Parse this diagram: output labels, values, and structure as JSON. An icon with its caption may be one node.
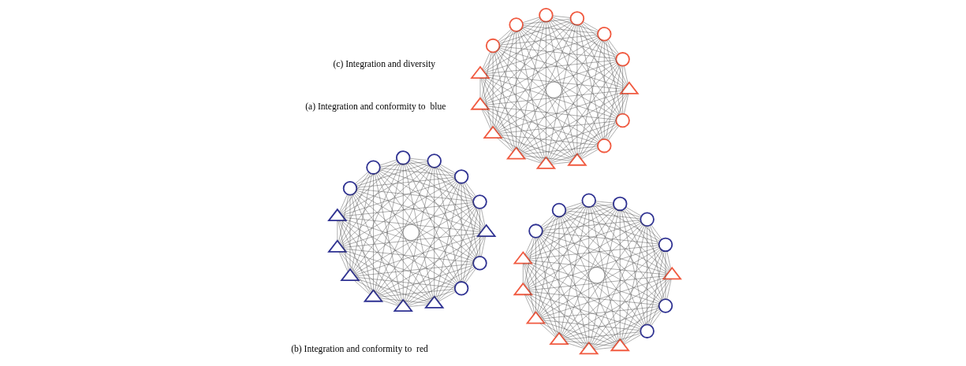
{
  "diagram": {
    "nodes": [
      {
        "text": [],
        "shape": "circle"
      },
      {
        "text": [],
        "shape": "triangle"
      },
      {
        "text": [],
        "shape": "triangle"
      },
      {
        "text": [],
        "shape": "triangle"
      },
      {
        "text": [],
        "shape": "triangle"
      },
      {
        "text": [],
        "shape": "triangle"
      },
      {
        "text": [],
        "shape": "triangle"
      },
      {
        "text": [],
        "shape": "triangle"
      },
      {
        "text": [],
        "shape": "circle"
      },
      {
        "text": [],
        "shape": "circle"
      },
      {
        "text": [],
        "shape": "circle"
      },
      {
        "text": [],
        "shape": "circle"
      },
      {
        "text": [],
        "shape": "circle"
      },
      {
        "text": [],
        "shape": "circle"
      },
      {
        "text": [],
        "shape": "circle"
      },
      {
        "text": [],
        "shape": "circle"
      },
      {
        "text": [],
        "shape": "triangle"
      },
      {
        "text": [],
        "shape": "triangle"
      },
      {
        "text": [],
        "shape": "triangle"
      },
      {
        "text": [],
        "shape": "triangle"
      },
      {
        "text": [],
        "shape": "triangle"
      },
      {
        "text": [],
        "shape": "triangle"
      },
      {
        "text": [],
        "shape": "triangle"
      },
      {
        "text": [],
        "shape": "circle"
      },
      {
        "text": [],
        "shape": "circle"
      },
      {
        "text": [],
        "shape": "circle"
      },
      {
        "text": [],
        "shape": "circle"
      },
      {
        "text": [],
        "shape": "circle"
      },
      {
        "text": [],
        "shape": "circle"
      },
      {
        "text": [],
        "shape": "circle"
      },
      {
        "text": [],
        "shape": "circle"
      },
      {
        "text": [],
        "shape": "triangle"
      },
      {
        "text": [],
        "shape": "triangle"
      },
      {
        "text": [],
        "shape": "triangle"
      },
      {
        "text": [],
        "shape": "triangle"
      },
      {
        "text": [],
        "shape": "triangle"
      },
      {
        "text": [],
        "shape": "triangle"
      },
      {
        "text": [],
        "shape": "triangle"
      },
      {
        "text": [],
        "shape": "circle"
      },
      {
        "text": [],
        "shape": "circle"
      },
      {
        "text": [],
        "shape": "circle"
      },
      {
        "text": [],
        "shape": "circle"
      },
      {
        "text": [],
        "shape": "circle"
      },
      {
        "text": [],
        "shape": "circle"
      },
      {
        "text": [],
        "shape": "circle"
      }
    ],
    "edges": [
      {
        "from": 0,
        "to": 1,
        "arrow": "none"
      },
      {
        "from": 0,
        "to": 2,
        "arrow": "none"
      },
      {
        "from": 0,
        "to": 3,
        "arrow": "none"
      },
      {
        "from": 0,
        "to": 4,
        "arrow": "none"
      },
      {
        "from": 0,
        "to": 5,
        "arrow": "none"
      },
      {
        "from": 0,
        "to": 6,
        "arrow": "none"
      },
      {
        "from": 0,
        "to": 7,
        "arrow": "none"
      },
      {
        "from": 0,
        "to": 8,
        "arrow": "none"
      },
      {
        "from": 0,
        "to": 9,
        "arrow": "none"
      },
      {
        "from": 0,
        "to": 10,
        "arrow": "none"
      },
      {
        "from": 0,
        "to": 11,
        "arrow": "none"
      },
      {
        "from": 0,
        "to": 12,
        "arrow": "none"
      },
      {
        "from": 0,
        "to": 13,
        "arrow": "none"
      },
      {
        "from": 0,
        "to": 14,
        "arrow": "none"
      },
      {
        "from": 1,
        "to": 2,
        "arrow": "none"
      },
      {
        "from": 1,
        "to": 3,
        "arrow": "none"
      },
      {
        "from": 1,
        "to": 4,
        "arrow": "none"
      },
      {
        "from": 1,
        "to": 5,
        "arrow": "none"
      },
      {
        "from": 1,
        "to": 6,
        "arrow": "none"
      },
      {
        "from": 1,
        "to": 7,
        "arrow": "none"
      },
      {
        "from": 1,
        "to": 8,
        "arrow": "none"
      },
      {
        "from": 1,
        "to": 9,
        "arrow": "none"
      },
      {
        "from": 1,
        "to": 10,
        "arrow": "none"
      },
      {
        "from": 1,
        "to": 11,
        "arrow": "none"
      },
      {
        "from": 1,
        "to": 12,
        "arrow": "none"
      },
      {
        "from": 1,
        "to": 13,
        "arrow": "none"
      },
      {
        "from": 1,
        "to": 14,
        "arrow": "none"
      },
      {
        "from": 2,
        "to": 3,
        "arrow": "none"
      },
      {
        "from": 2,
        "to": 4,
        "arrow": "none"
      },
      {
        "from": 2,
        "to": 5,
        "arrow": "none"
      },
      {
        "from": 2,
        "to": 6,
        "arrow": "none"
      },
      {
        "from": 2,
        "to": 7,
        "arrow": "none"
      },
      {
        "from": 2,
        "to": 8,
        "arrow": "none"
      },
      {
        "from": 2,
        "to": 9,
        "arrow": "none"
      },
      {
        "from": 2,
        "to": 10,
        "arrow": "none"
      },
      {
        "from": 2,
        "to": 11,
        "arrow": "none"
      },
      {
        "from": 2,
        "to": 12,
        "arrow": "none"
      },
      {
        "from": 2,
        "to": 13,
        "arrow": "none"
      },
      {
        "from": 2,
        "to": 14,
        "arrow": "none"
      },
      {
        "from": 3,
        "to": 4,
        "arrow": "none"
      },
      {
        "from": 3,
        "to": 5,
        "arrow": "none"
      },
      {
        "from": 3,
        "to": 6,
        "arrow": "none"
      },
      {
        "from": 3,
        "to": 7,
        "arrow": "none"
      },
      {
        "from": 3,
        "to": 8,
        "arrow": "none"
      },
      {
        "from": 3,
        "to": 9,
        "arrow": "none"
      },
      {
        "from": 3,
        "to": 10,
        "arrow": "none"
      },
      {
        "from": 3,
        "to": 11,
        "arrow": "none"
      },
      {
        "from": 3,
        "to": 12,
        "arrow": "none"
      },
      {
        "from": 3,
        "to": 13,
        "arrow": "none"
      },
      {
        "from": 3,
        "to": 14,
        "arrow": "none"
      },
      {
        "from": 4,
        "to": 5,
        "arrow": "none"
      },
      {
        "from": 4,
        "to": 6,
        "arrow": "none"
      },
      {
        "from": 4,
        "to": 7,
        "arrow": "none"
      },
      {
        "from": 4,
        "to": 8,
        "arrow": "none"
      },
      {
        "from": 4,
        "to": 9,
        "arrow": "none"
      },
      {
        "from": 4,
        "to": 10,
        "arrow": "none"
      },
      {
        "from": 4,
        "to": 11,
        "arrow": "none"
      },
      {
        "from": 4,
        "to": 12,
        "arrow": "none"
      },
      {
        "from": 4,
        "to": 13,
        "arrow": "none"
      },
      {
        "from": 4,
        "to": 14,
        "arrow": "none"
      },
      {
        "from": 5,
        "to": 6,
        "arrow": "none"
      },
      {
        "from": 5,
        "to": 7,
        "arrow": "none"
      },
      {
        "from": 5,
        "to": 8,
        "arrow": "none"
      },
      {
        "from": 5,
        "to": 9,
        "arrow": "none"
      },
      {
        "from": 5,
        "to": 10,
        "arrow": "none"
      },
      {
        "from": 5,
        "to": 11,
        "arrow": "none"
      },
      {
        "from": 5,
        "to": 12,
        "arrow": "none"
      },
      {
        "from": 5,
        "to": 13,
        "arrow": "none"
      },
      {
        "from": 5,
        "to": 14,
        "arrow": "none"
      },
      {
        "from": 6,
        "to": 7,
        "arrow": "none"
      },
      {
        "from": 6,
        "to": 8,
        "arrow": "none"
      },
      {
        "from": 6,
        "to": 9,
        "arrow": "none"
      },
      {
        "from": 6,
        "to": 10,
        "arrow": "none"
      },
      {
        "from": 6,
        "to": 11,
        "arrow": "none"
      },
      {
        "from": 6,
        "to": 12,
        "arrow": "none"
      },
      {
        "from": 6,
        "to": 13,
        "arrow": "none"
      },
      {
        "from": 6,
        "to": 14,
        "arrow": "none"
      },
      {
        "from": 7,
        "to": 8,
        "arrow": "none"
      },
      {
        "from": 7,
        "to": 9,
        "arrow": "none"
      },
      {
        "from": 7,
        "to": 10,
        "arrow": "none"
      },
      {
        "from": 7,
        "to": 11,
        "arrow": "none"
      },
      {
        "from": 7,
        "to": 12,
        "arrow": "none"
      },
      {
        "from": 7,
        "to": 13,
        "arrow": "none"
      },
      {
        "from": 7,
        "to": 14,
        "arrow": "none"
      },
      {
        "from": 8,
        "to": 9,
        "arrow": "none"
      },
      {
        "from": 8,
        "to": 10,
        "arrow": "none"
      },
      {
        "from": 8,
        "to": 11,
        "arrow": "none"
      },
      {
        "from": 8,
        "to": 12,
        "arrow": "none"
      },
      {
        "from": 8,
        "to": 13,
        "arrow": "none"
      },
      {
        "from": 8,
        "to": 14,
        "arrow": "none"
      },
      {
        "from": 9,
        "to": 10,
        "arrow": "none"
      },
      {
        "from": 9,
        "to": 11,
        "arrow": "none"
      },
      {
        "from": 9,
        "to": 12,
        "arrow": "none"
      },
      {
        "from": 9,
        "to": 13,
        "arrow": "none"
      },
      {
        "from": 9,
        "to": 14,
        "arrow": "none"
      },
      {
        "from": 10,
        "to": 11,
        "arrow": "none"
      },
      {
        "from": 10,
        "to": 12,
        "arrow": "none"
      },
      {
        "from": 10,
        "to": 13,
        "arrow": "none"
      },
      {
        "from": 10,
        "to": 14,
        "arrow": "none"
      },
      {
        "from": 11,
        "to": 12,
        "arrow": "none"
      },
      {
        "from": 11,
        "to": 13,
        "arrow": "none"
      },
      {
        "from": 11,
        "to": 14,
        "arrow": "none"
      },
      {
        "from": 12,
        "to": 13,
        "arrow": "none"
      },
      {
        "from": 12,
        "to": 14,
        "arrow": "none"
      },
      {
        "from": 13,
        "to": 14,
        "arrow": "none"
      },
      {
        "from": 15,
        "to": 16,
        "arrow": "none"
      },
      {
        "from": 15,
        "to": 17,
        "arrow": "none"
      },
      {
        "from": 15,
        "to": 18,
        "arrow": "none"
      },
      {
        "from": 15,
        "to": 19,
        "arrow": "none"
      },
      {
        "from": 15,
        "to": 20,
        "arrow": "none"
      },
      {
        "from": 15,
        "to": 21,
        "arrow": "none"
      },
      {
        "from": 15,
        "to": 22,
        "arrow": "none"
      },
      {
        "from": 15,
        "to": 23,
        "arrow": "none"
      },
      {
        "from": 15,
        "to": 24,
        "arrow": "none"
      },
      {
        "from": 15,
        "to": 25,
        "arrow": "none"
      },
      {
        "from": 15,
        "to": 26,
        "arrow": "none"
      },
      {
        "from": 15,
        "to": 27,
        "arrow": "none"
      },
      {
        "from": 15,
        "to": 28,
        "arrow": "none"
      },
      {
        "from": 15,
        "to": 29,
        "arrow": "none"
      },
      {
        "from": 16,
        "to": 17,
        "arrow": "none"
      },
      {
        "from": 16,
        "to": 18,
        "arrow": "none"
      },
      {
        "from": 16,
        "to": 19,
        "arrow": "none"
      },
      {
        "from": 16,
        "to": 20,
        "arrow": "none"
      },
      {
        "from": 16,
        "to": 21,
        "arrow": "none"
      },
      {
        "from": 16,
        "to": 22,
        "arrow": "none"
      },
      {
        "from": 16,
        "to": 23,
        "arrow": "none"
      },
      {
        "from": 16,
        "to": 24,
        "arrow": "none"
      },
      {
        "from": 16,
        "to": 25,
        "arrow": "none"
      },
      {
        "from": 16,
        "to": 26,
        "arrow": "none"
      },
      {
        "from": 16,
        "to": 27,
        "arrow": "none"
      },
      {
        "from": 16,
        "to": 28,
        "arrow": "none"
      },
      {
        "from": 16,
        "to": 29,
        "arrow": "none"
      },
      {
        "from": 17,
        "to": 18,
        "arrow": "none"
      },
      {
        "from": 17,
        "to": 19,
        "arrow": "none"
      },
      {
        "from": 17,
        "to": 20,
        "arrow": "none"
      },
      {
        "from": 17,
        "to": 21,
        "arrow": "none"
      },
      {
        "from": 17,
        "to": 22,
        "arrow": "none"
      },
      {
        "from": 17,
        "to": 23,
        "arrow": "none"
      },
      {
        "from": 17,
        "to": 24,
        "arrow": "none"
      },
      {
        "from": 17,
        "to": 25,
        "arrow": "none"
      },
      {
        "from": 17,
        "to": 26,
        "arrow": "none"
      },
      {
        "from": 17,
        "to": 27,
        "arrow": "none"
      },
      {
        "from": 17,
        "to": 28,
        "arrow": "none"
      },
      {
        "from": 17,
        "to": 29,
        "arrow": "none"
      },
      {
        "from": 18,
        "to": 19,
        "arrow": "none"
      },
      {
        "from": 18,
        "to": 20,
        "arrow": "none"
      },
      {
        "from": 18,
        "to": 21,
        "arrow": "none"
      },
      {
        "from": 18,
        "to": 22,
        "arrow": "none"
      },
      {
        "from": 18,
        "to": 23,
        "arrow": "none"
      },
      {
        "from": 18,
        "to": 24,
        "arrow": "none"
      },
      {
        "from": 18,
        "to": 25,
        "arrow": "none"
      },
      {
        "from": 18,
        "to": 26,
        "arrow": "none"
      },
      {
        "from": 18,
        "to": 27,
        "arrow": "none"
      },
      {
        "from": 18,
        "to": 28,
        "arrow": "none"
      },
      {
        "from": 18,
        "to": 29,
        "arrow": "none"
      },
      {
        "from": 19,
        "to": 20,
        "arrow": "none"
      },
      {
        "from": 19,
        "to": 21,
        "arrow": "none"
      },
      {
        "from": 19,
        "to": 22,
        "arrow": "none"
      },
      {
        "from": 19,
        "to": 23,
        "arrow": "none"
      },
      {
        "from": 19,
        "to": 24,
        "arrow": "none"
      },
      {
        "from": 19,
        "to": 25,
        "arrow": "none"
      },
      {
        "from": 19,
        "to": 26,
        "arrow": "none"
      },
      {
        "from": 19,
        "to": 27,
        "arrow": "none"
      },
      {
        "from": 19,
        "to": 28,
        "arrow": "none"
      },
      {
        "from": 19,
        "to": 29,
        "arrow": "none"
      },
      {
        "from": 20,
        "to": 21,
        "arrow": "none"
      },
      {
        "from": 20,
        "to": 22,
        "arrow": "none"
      },
      {
        "from": 20,
        "to": 23,
        "arrow": "none"
      },
      {
        "from": 20,
        "to": 24,
        "arrow": "none"
      },
      {
        "from": 20,
        "to": 25,
        "arrow": "none"
      },
      {
        "from": 20,
        "to": 26,
        "arrow": "none"
      },
      {
        "from": 20,
        "to": 27,
        "arrow": "none"
      },
      {
        "from": 20,
        "to": 28,
        "arrow": "none"
      },
      {
        "from": 20,
        "to": 29,
        "arrow": "none"
      },
      {
        "from": 21,
        "to": 22,
        "arrow": "none"
      },
      {
        "from": 21,
        "to": 23,
        "arrow": "none"
      },
      {
        "from": 21,
        "to": 24,
        "arrow": "none"
      },
      {
        "from": 21,
        "to": 25,
        "arrow": "none"
      },
      {
        "from": 21,
        "to": 26,
        "arrow": "none"
      },
      {
        "from": 21,
        "to": 27,
        "arrow": "none"
      },
      {
        "from": 21,
        "to": 28,
        "arrow": "none"
      },
      {
        "from": 21,
        "to": 29,
        "arrow": "none"
      },
      {
        "from": 22,
        "to": 23,
        "arrow": "none"
      },
      {
        "from": 22,
        "to": 24,
        "arrow": "none"
      },
      {
        "from": 22,
        "to": 25,
        "arrow": "none"
      },
      {
        "from": 22,
        "to": 26,
        "arrow": "none"
      },
      {
        "from": 22,
        "to": 27,
        "arrow": "none"
      },
      {
        "from": 22,
        "to": 28,
        "arrow": "none"
      },
      {
        "from": 22,
        "to": 29,
        "arrow": "none"
      },
      {
        "from": 23,
        "to": 24,
        "arrow": "none"
      },
      {
        "from": 23,
        "to": 25,
        "arrow": "none"
      },
      {
        "from": 23,
        "to": 26,
        "arrow": "none"
      },
      {
        "from": 23,
        "to": 27,
        "arrow": "none"
      },
      {
        "from": 23,
        "to": 28,
        "arrow": "none"
      },
      {
        "from": 23,
        "to": 29,
        "arrow": "none"
      },
      {
        "from": 24,
        "to": 25,
        "arrow": "none"
      },
      {
        "from": 24,
        "to": 26,
        "arrow": "none"
      },
      {
        "from": 24,
        "to": 27,
        "arrow": "none"
      },
      {
        "from": 24,
        "to": 28,
        "arrow": "none"
      },
      {
        "from": 24,
        "to": 29,
        "arrow": "none"
      },
      {
        "from": 25,
        "to": 26,
        "arrow": "none"
      },
      {
        "from": 25,
        "to": 27,
        "arrow": "none"
      },
      {
        "from": 25,
        "to": 28,
        "arrow": "none"
      },
      {
        "from": 25,
        "to": 29,
        "arrow": "none"
      },
      {
        "from": 26,
        "to": 27,
        "arrow": "none"
      },
      {
        "from": 26,
        "to": 28,
        "arrow": "none"
      },
      {
        "from": 26,
        "to": 29,
        "arrow": "none"
      },
      {
        "from": 27,
        "to": 28,
        "arrow": "none"
      },
      {
        "from": 27,
        "to": 29,
        "arrow": "none"
      },
      {
        "from": 28,
        "to": 29,
        "arrow": "none"
      },
      {
        "from": 30,
        "to": 31,
        "arrow": "none"
      },
      {
        "from": 30,
        "to": 32,
        "arrow": "none"
      },
      {
        "from": 30,
        "to": 33,
        "arrow": "none"
      },
      {
        "from": 30,
        "to": 34,
        "arrow": "none"
      },
      {
        "from": 30,
        "to": 35,
        "arrow": "none"
      },
      {
        "from": 30,
        "to": 36,
        "arrow": "none"
      },
      {
        "from": 30,
        "to": 37,
        "arrow": "none"
      },
      {
        "from": 30,
        "to": 38,
        "arrow": "none"
      },
      {
        "from": 30,
        "to": 39,
        "arrow": "none"
      },
      {
        "from": 30,
        "to": 40,
        "arrow": "none"
      },
      {
        "from": 30,
        "to": 41,
        "arrow": "none"
      },
      {
        "from": 30,
        "to": 42,
        "arrow": "none"
      },
      {
        "from": 30,
        "to": 43,
        "arrow": "none"
      },
      {
        "from": 30,
        "to": 44,
        "arrow": "none"
      },
      {
        "from": 31,
        "to": 32,
        "arrow": "none"
      },
      {
        "from": 31,
        "to": 33,
        "arrow": "none"
      },
      {
        "from": 31,
        "to": 34,
        "arrow": "none"
      },
      {
        "from": 31,
        "to": 35,
        "arrow": "none"
      },
      {
        "from": 31,
        "to": 36,
        "arrow": "none"
      },
      {
        "from": 31,
        "to": 37,
        "arrow": "none"
      },
      {
        "from": 31,
        "to": 38,
        "arrow": "none"
      },
      {
        "from": 31,
        "to": 39,
        "arrow": "none"
      },
      {
        "from": 31,
        "to": 40,
        "arrow": "none"
      },
      {
        "from": 31,
        "to": 41,
        "arrow": "none"
      },
      {
        "from": 31,
        "to": 42,
        "arrow": "none"
      },
      {
        "from": 31,
        "to": 43,
        "arrow": "none"
      },
      {
        "from": 31,
        "to": 44,
        "arrow": "none"
      },
      {
        "from": 32,
        "to": 33,
        "arrow": "none"
      },
      {
        "from": 32,
        "to": 34,
        "arrow": "none"
      },
      {
        "from": 32,
        "to": 35,
        "arrow": "none"
      },
      {
        "from": 32,
        "to": 36,
        "arrow": "none"
      },
      {
        "from": 32,
        "to": 37,
        "arrow": "none"
      },
      {
        "from": 32,
        "to": 38,
        "arrow": "none"
      },
      {
        "from": 32,
        "to": 39,
        "arrow": "none"
      },
      {
        "from": 32,
        "to": 40,
        "arrow": "none"
      },
      {
        "from": 32,
        "to": 41,
        "arrow": "none"
      },
      {
        "from": 32,
        "to": 42,
        "arrow": "none"
      },
      {
        "from": 32,
        "to": 43,
        "arrow": "none"
      },
      {
        "from": 32,
        "to": 44,
        "arrow": "none"
      },
      {
        "from": 33,
        "to": 34,
        "arrow": "none"
      },
      {
        "from": 33,
        "to": 35,
        "arrow": "none"
      },
      {
        "from": 33,
        "to": 36,
        "arrow": "none"
      },
      {
        "from": 33,
        "to": 37,
        "arrow": "none"
      },
      {
        "from": 33,
        "to": 38,
        "arrow": "none"
      },
      {
        "from": 33,
        "to": 39,
        "arrow": "none"
      },
      {
        "from": 33,
        "to": 40,
        "arrow": "none"
      },
      {
        "from": 33,
        "to": 41,
        "arrow": "none"
      },
      {
        "from": 33,
        "to": 42,
        "arrow": "none"
      },
      {
        "from": 33,
        "to": 43,
        "arrow": "none"
      },
      {
        "from": 33,
        "to": 44,
        "arrow": "none"
      },
      {
        "from": 34,
        "to": 35,
        "arrow": "none"
      },
      {
        "from": 34,
        "to": 36,
        "arrow": "none"
      },
      {
        "from": 34,
        "to": 37,
        "arrow": "none"
      },
      {
        "from": 34,
        "to": 38,
        "arrow": "none"
      },
      {
        "from": 34,
        "to": 39,
        "arrow": "none"
      },
      {
        "from": 34,
        "to": 40,
        "arrow": "none"
      },
      {
        "from": 34,
        "to": 41,
        "arrow": "none"
      },
      {
        "from": 34,
        "to": 42,
        "arrow": "none"
      },
      {
        "from": 34,
        "to": 43,
        "arrow": "none"
      },
      {
        "from": 34,
        "to": 44,
        "arrow": "none"
      },
      {
        "from": 35,
        "to": 36,
        "arrow": "none"
      },
      {
        "from": 35,
        "to": 37,
        "arrow": "none"
      },
      {
        "from": 35,
        "to": 38,
        "arrow": "none"
      },
      {
        "from": 35,
        "to": 39,
        "arrow": "none"
      },
      {
        "from": 35,
        "to": 40,
        "arrow": "none"
      },
      {
        "from": 35,
        "to": 41,
        "arrow": "none"
      },
      {
        "from": 35,
        "to": 42,
        "arrow": "none"
      },
      {
        "from": 35,
        "to": 43,
        "arrow": "none"
      },
      {
        "from": 35,
        "to": 44,
        "arrow": "none"
      },
      {
        "from": 36,
        "to": 37,
        "arrow": "none"
      },
      {
        "from": 36,
        "to": 38,
        "arrow": "none"
      },
      {
        "from": 36,
        "to": 39,
        "arrow": "none"
      },
      {
        "from": 36,
        "to": 40,
        "arrow": "none"
      },
      {
        "from": 36,
        "to": 41,
        "arrow": "none"
      },
      {
        "from": 36,
        "to": 42,
        "arrow": "none"
      },
      {
        "from": 36,
        "to": 43,
        "arrow": "none"
      },
      {
        "from": 36,
        "to": 44,
        "arrow": "none"
      },
      {
        "from": 37,
        "to": 38,
        "arrow": "none"
      },
      {
        "from": 37,
        "to": 39,
        "arrow": "none"
      },
      {
        "from": 37,
        "to": 40,
        "arrow": "none"
      },
      {
        "from": 37,
        "to": 41,
        "arrow": "none"
      },
      {
        "from": 37,
        "to": 42,
        "arrow": "none"
      },
      {
        "from": 37,
        "to": 43,
        "arrow": "none"
      },
      {
        "from": 37,
        "to": 44,
        "arrow": "none"
      },
      {
        "from": 38,
        "to": 39,
        "arrow": "none"
      },
      {
        "from": 38,
        "to": 40,
        "arrow": "none"
      },
      {
        "from": 38,
        "to": 41,
        "arrow": "none"
      },
      {
        "from": 38,
        "to": 42,
        "arrow": "none"
      },
      {
        "from": 38,
        "to": 43,
        "arrow": "none"
      },
      {
        "from": 38,
        "to": 44,
        "arrow": "none"
      },
      {
        "from": 39,
        "to": 40,
        "arrow": "none"
      },
      {
        "from": 39,
        "to": 41,
        "arrow": "none"
      },
      {
        "from": 39,
        "to": 42,
        "arrow": "none"
      },
      {
        "from": 39,
        "to": 43,
        "arrow": "none"
      },
      {
        "from": 39,
        "to": 44,
        "arrow": "none"
      },
      {
        "from": 40,
        "to": 41,
        "arrow": "none"
      },
      {
        "from": 40,
        "to": 42,
        "arrow": "none"
      },
      {
        "from": 40,
        "to": 43,
        "arrow": "none"
      },
      {
        "from": 40,
        "to": 44,
        "arrow": "none"
      },
      {
        "from": 41,
        "to": 42,
        "arrow": "none"
      },
      {
        "from": 41,
        "to": 43,
        "arrow": "none"
      },
      {
        "from": 41,
        "to": 44,
        "arrow": "none"
      },
      {
        "from": 42,
        "to": 43,
        "arrow": "none"
      },
      {
        "from": 42,
        "to": 44,
        "arrow": "none"
      },
      {
        "from": 43,
        "to": 44,
        "arrow": "none"
      }
    ],
    "labels": [
      "(a) Integration and conformity to  blue",
      "(b) Integration and conformity to  red",
      "(c) Integration and diversity"
    ]
  }
}
